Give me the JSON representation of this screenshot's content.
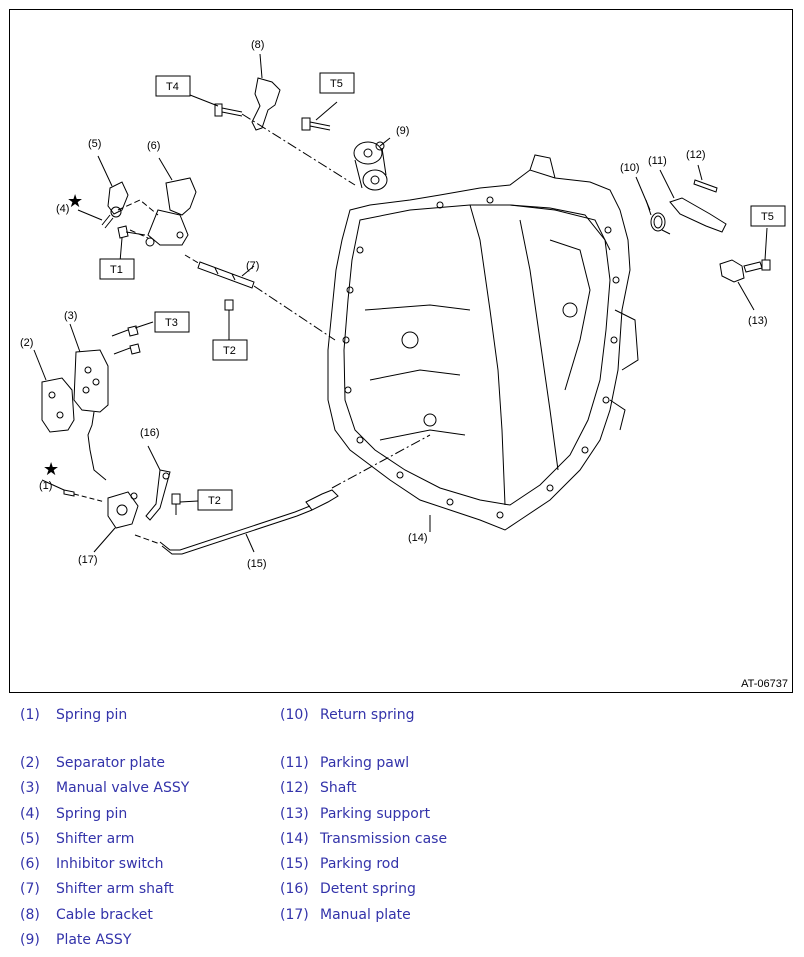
{
  "figure": {
    "id": "AT-06737",
    "callouts": [
      "(1)",
      "(2)",
      "(3)",
      "(4)",
      "(5)",
      "(6)",
      "(7)",
      "(8)",
      "(9)",
      "(10)",
      "(11)",
      "(12)",
      "(13)",
      "(14)",
      "(15)",
      "(16)",
      "(17)"
    ],
    "torque_labels": {
      "t1": "T1",
      "t2a": "T2",
      "t2b": "T2",
      "t3": "T3",
      "t4": "T4",
      "t5a": "T5",
      "t5b": "T5"
    }
  },
  "legend": {
    "left": [
      {
        "num": "(1)",
        "text": "Spring pin"
      },
      {
        "num": "(2)",
        "text": "Separator plate"
      },
      {
        "num": "(3)",
        "text": "Manual valve ASSY"
      },
      {
        "num": "(4)",
        "text": "Spring pin"
      },
      {
        "num": "(5)",
        "text": "Shifter arm"
      },
      {
        "num": "(6)",
        "text": "Inhibitor switch"
      },
      {
        "num": "(7)",
        "text": "Shifter arm shaft"
      },
      {
        "num": "(8)",
        "text": "Cable bracket"
      },
      {
        "num": "(9)",
        "text": "Plate ASSY"
      }
    ],
    "right": [
      {
        "num": "(10)",
        "text": "Return spring"
      },
      {
        "num": "(11)",
        "text": "Parking pawl"
      },
      {
        "num": "(12)",
        "text": "Shaft"
      },
      {
        "num": "(13)",
        "text": "Parking support"
      },
      {
        "num": "(14)",
        "text": "Transmission case"
      },
      {
        "num": "(15)",
        "text": "Parking rod"
      },
      {
        "num": "(16)",
        "text": "Detent spring"
      },
      {
        "num": "(17)",
        "text": "Manual plate"
      }
    ]
  }
}
